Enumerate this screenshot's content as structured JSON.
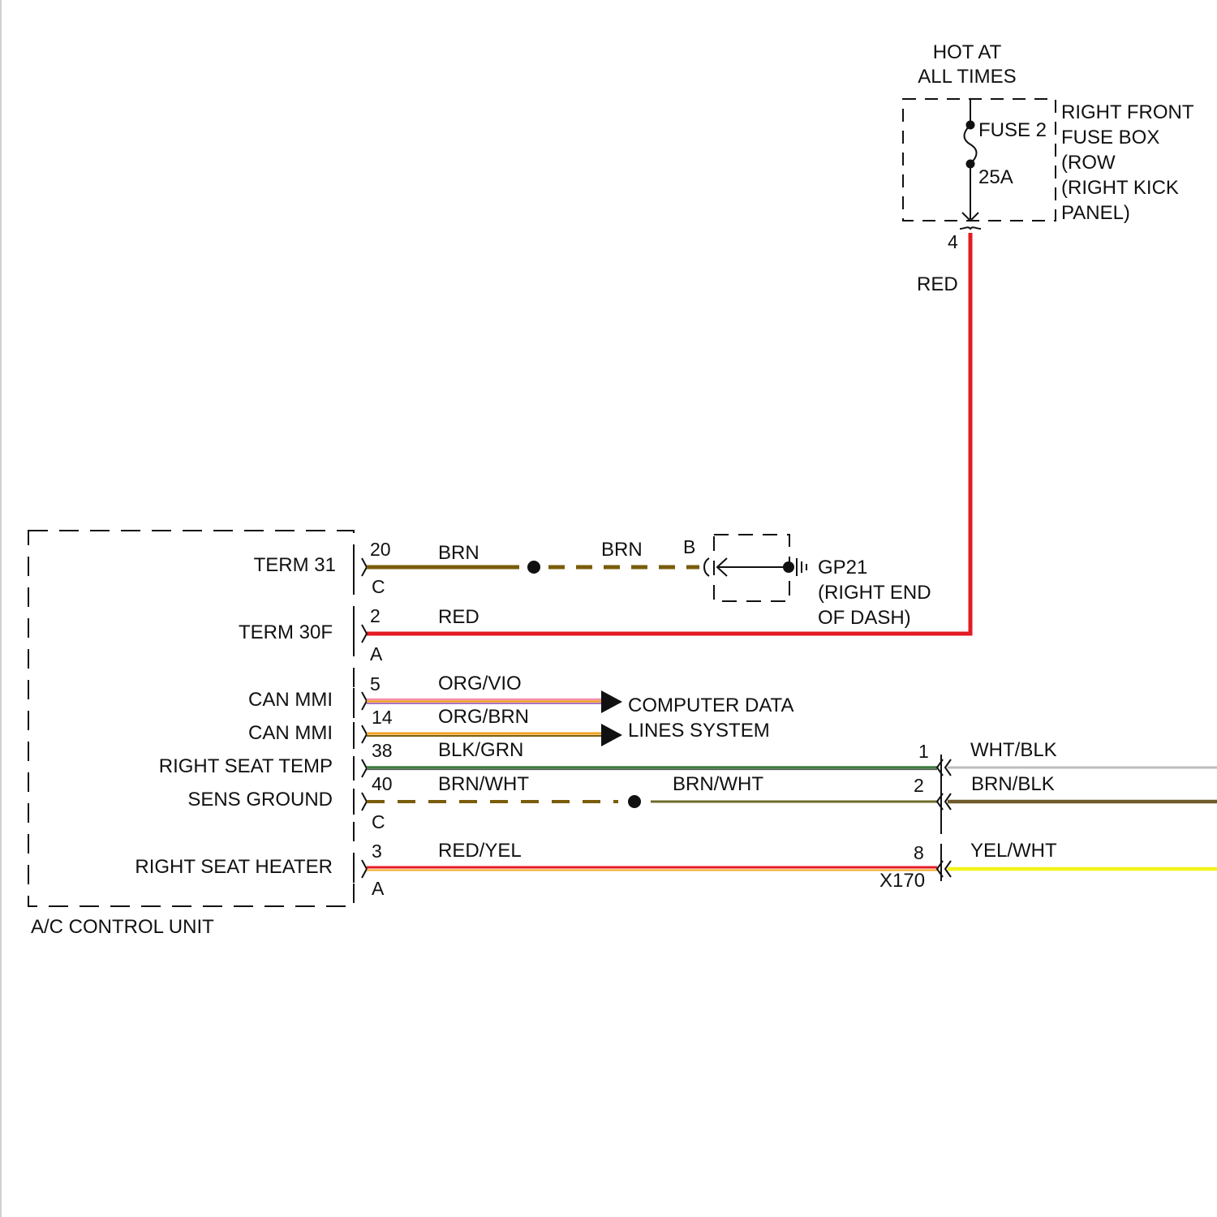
{
  "colors": {
    "red": "#e31b23",
    "brown": "#7a5c0a",
    "green": "#3f7a3f",
    "orange": "#f0a020",
    "pink": "#f48fb1",
    "violet": "#8e44ad",
    "yellow": "#f3f318",
    "white_wire": "#dddddd",
    "black": "#111111"
  },
  "power": {
    "hot_line1": "HOT AT",
    "hot_line2": "ALL TIMES",
    "fuse_name": "FUSE 2",
    "fuse_rating": "25A",
    "fusebox_lines": [
      "RIGHT FRONT",
      "FUSE BOX",
      "(ROW",
      "(RIGHT KICK",
      "PANEL)"
    ],
    "pin": "4",
    "wire_color": "RED"
  },
  "ground": {
    "name": "GP21",
    "location_lines": [
      "(RIGHT END",
      "OF DASH)"
    ],
    "connector_letter": "B",
    "wire_color": "BRN"
  },
  "module": {
    "name": "A/C CONTROL UNIT",
    "terminals": [
      {
        "label": "TERM 31",
        "pin": "20",
        "connector": "C",
        "wire": "BRN"
      },
      {
        "label": "TERM 30F",
        "pin": "2",
        "connector": "A",
        "wire": "RED"
      },
      {
        "label": "CAN MMI",
        "pin": "5",
        "connector": "",
        "wire": "ORG/VIO"
      },
      {
        "label": "CAN MMI",
        "pin": "14",
        "connector": "",
        "wire": "ORG/BRN"
      },
      {
        "label": "RIGHT SEAT TEMP",
        "pin": "38",
        "connector": "",
        "wire": "BLK/GRN"
      },
      {
        "label": "SENS GROUND",
        "pin": "40",
        "connector": "C",
        "wire": "BRN/WHT"
      },
      {
        "label": "RIGHT SEAT HEATER",
        "pin": "3",
        "connector": "A",
        "wire": "RED/YEL"
      }
    ]
  },
  "data_lines": {
    "line1": "COMPUTER DATA",
    "line2": "LINES SYSTEM"
  },
  "splice": {
    "wire": "BRN/WHT"
  },
  "inline_connector": {
    "name": "X170",
    "pins": [
      {
        "pin": "1",
        "out_wire": "WHT/BLK"
      },
      {
        "pin": "2",
        "out_wire": "BRN/BLK"
      },
      {
        "pin": "8",
        "out_wire": "YEL/WHT"
      }
    ]
  }
}
